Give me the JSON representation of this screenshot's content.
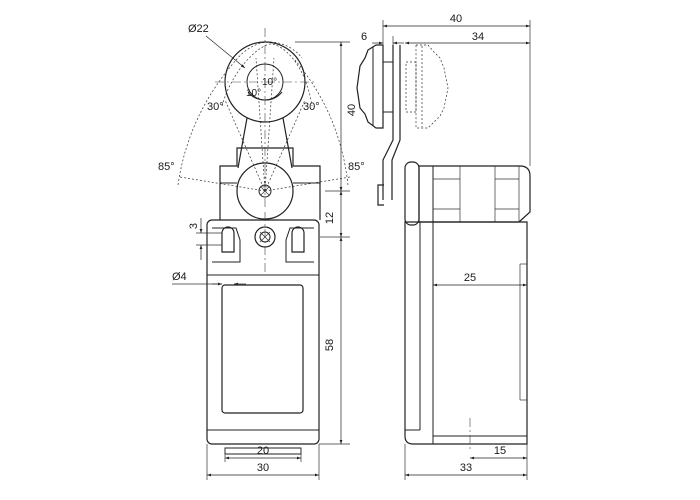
{
  "front_view": {
    "roller_diameter": "Ø22",
    "hole_diameter": "Ø4",
    "angle_small_left": "10°",
    "angle_small_right": "10°",
    "angle_30_left": "30°",
    "angle_30_right": "30°",
    "angle_85_left": "85°",
    "angle_85_right": "85°",
    "dim_40": "40",
    "dim_12": "12",
    "dim_3": "3",
    "dim_58": "58",
    "dim_20": "20",
    "dim_30": "30"
  },
  "side_view": {
    "dim_40": "40",
    "dim_6": "6",
    "dim_34": "34",
    "dim_25": "25",
    "dim_15": "15",
    "dim_33": "33"
  }
}
